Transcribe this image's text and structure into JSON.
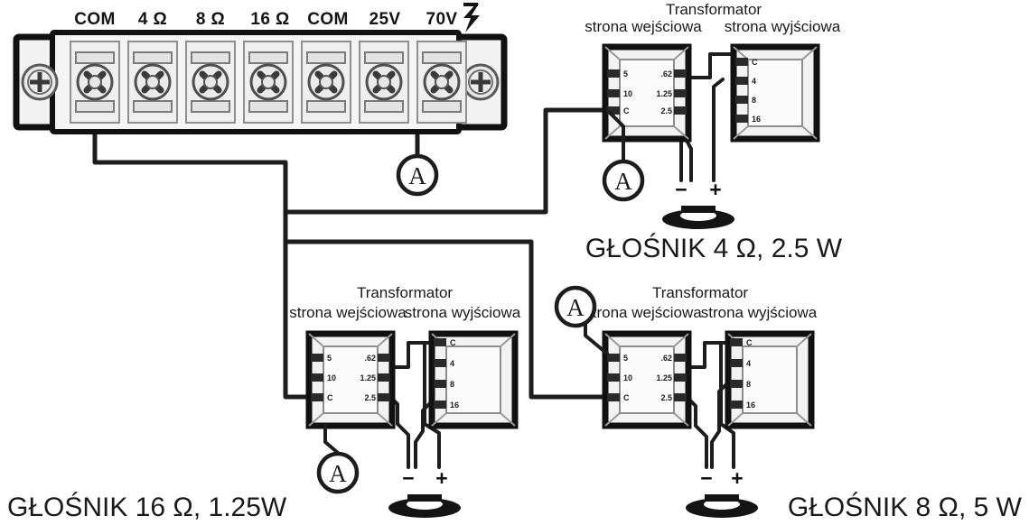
{
  "diagram": {
    "title": "Speaker transformer wiring diagram (70V / 25V line)",
    "terminal_block": {
      "name": "amplifier-output-terminal-block",
      "warning_icon": "lightning-bolt-icon",
      "terminals": [
        {
          "label": "COM"
        },
        {
          "label": "4 Ω"
        },
        {
          "label": "8 Ω"
        },
        {
          "label": "16 Ω"
        },
        {
          "label": "COM"
        },
        {
          "label": "25V"
        },
        {
          "label": "70V"
        }
      ]
    },
    "transformer_label": {
      "title": "Transformator",
      "input_side": "strona wejściowa",
      "output_side": "strona wyjściowa"
    },
    "transformer_taps": {
      "input": [
        "5",
        "10",
        "C"
      ],
      "output": [
        ".62",
        "1.25",
        "2.5"
      ]
    },
    "speaker_taps": [
      "C",
      "4",
      "8",
      "16"
    ],
    "polarity": {
      "minus": "−",
      "plus": "+"
    },
    "meter_label": "A",
    "branches": [
      {
        "id": "branch-top-right",
        "caption": "GŁOŚNIK 4 Ω, 2.5 W",
        "impedance": "4 Ω",
        "power": "2.5 W"
      },
      {
        "id": "branch-bottom-left",
        "caption": "GŁOŚNIK 16 Ω, 1.25W",
        "impedance": "16 Ω",
        "power": "1.25 W"
      },
      {
        "id": "branch-bottom-right",
        "caption": "GŁOŚNIK 8 Ω, 5 W",
        "impedance": "8 Ω",
        "power": "5 W"
      }
    ],
    "colors": {
      "wire": "#1d1d1d",
      "block_fill": "#f2f2f2",
      "background": "#ffffff"
    }
  }
}
